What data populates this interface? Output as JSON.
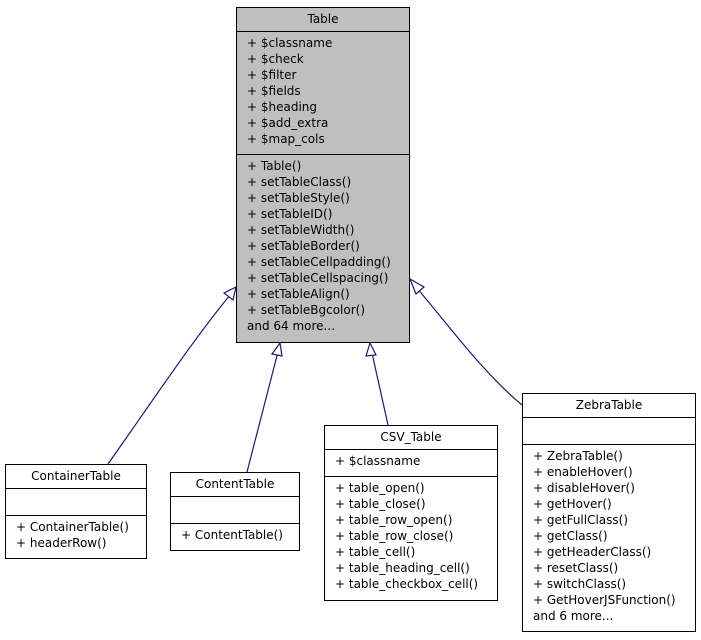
{
  "classes": {
    "table": {
      "name": "Table",
      "attributes": [
        "+ $classname",
        "+ $check",
        "+ $filter",
        "+ $fields",
        "+ $heading",
        "+ $add_extra",
        "+ $map_cols"
      ],
      "operations": [
        "+ Table()",
        "+ setTableClass()",
        "+ setTableStyle()",
        "+ setTableID()",
        "+ setTableWidth()",
        "+ setTableBorder()",
        "+ setTableCellpadding()",
        "+ setTableCellspacing()",
        "+ setTableAlign()",
        "+ setTableBgcolor()",
        "and 64 more..."
      ]
    },
    "container_table": {
      "name": "ContainerTable",
      "attributes": [],
      "operations": [
        "+ ContainerTable()",
        "+ headerRow()"
      ]
    },
    "content_table": {
      "name": "ContentTable",
      "attributes": [],
      "operations": [
        "+ ContentTable()"
      ]
    },
    "csv_table": {
      "name": "CSV_Table",
      "attributes": [
        "+ $classname"
      ],
      "operations": [
        "+ table_open()",
        "+ table_close()",
        "+ table_row_open()",
        "+ table_row_close()",
        "+ table_cell()",
        "+ table_heading_cell()",
        "+ table_checkbox_cell()"
      ]
    },
    "zebra_table": {
      "name": "ZebraTable",
      "attributes": [],
      "operations": [
        "+ ZebraTable()",
        "+ enableHover()",
        "+ disableHover()",
        "+ getHover()",
        "+ getFullClass()",
        "+ getClass()",
        "+ getHeaderClass()",
        "+ resetClass()",
        "+ switchClass()",
        "+ GetHoverJSFunction()",
        "and 6 more..."
      ]
    }
  },
  "colors": {
    "base_fill": "#bfbfbf",
    "edge": "#191970"
  }
}
